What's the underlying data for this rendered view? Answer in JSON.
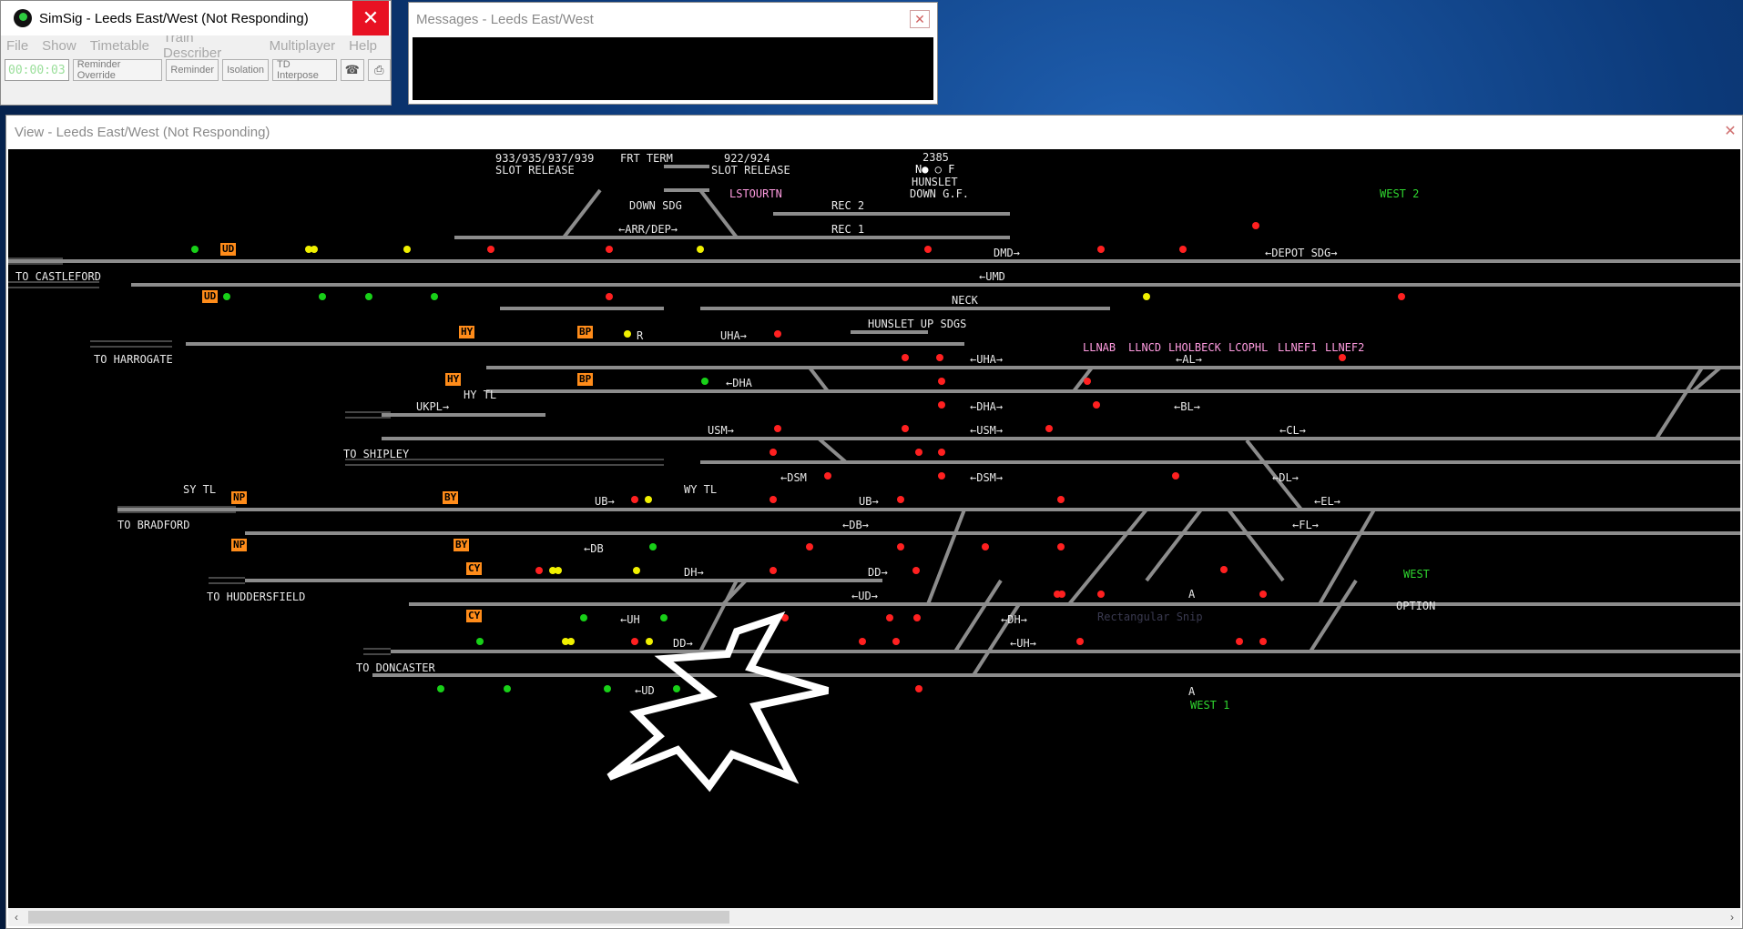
{
  "main_window": {
    "title": "SimSig - Leeds East/West (Not Responding)",
    "close_glyph": "✕",
    "menu": [
      "File",
      "Show",
      "Timetable",
      "Train Describer",
      "Multiplayer",
      "Help"
    ],
    "clock": "00:00:03",
    "toolbar_buttons": [
      "Reminder Override",
      "Reminder",
      "Isolation",
      "TD Interpose"
    ],
    "phone_icon": "☎",
    "print_icon": "⎙"
  },
  "messages_window": {
    "title": "Messages - Leeds East/West",
    "close_glyph": "✕"
  },
  "view_window": {
    "title": "View - Leeds East/West (Not Responding)",
    "close_glyph": "✕"
  },
  "panel_labels": {
    "slot1": "933/935/937/939",
    "slot_release_1": "SLOT RELEASE",
    "frt_term": "FRT TERM",
    "slot2": "922/924",
    "slot_release_2": "SLOT RELEASE",
    "num_2385": "2385",
    "n_f": "N●  ○ F",
    "hunslet": "HUNSLET",
    "down_gf": "DOWN G.F.",
    "down_sdg": "DOWN SDG",
    "lstourtn": "LSTOURTN",
    "rec2": "REC 2",
    "rec1": "REC 1",
    "arr_dep": "←ARR/DEP→",
    "west2": "WEST 2",
    "to_castleford": "TO CASTLEFORD",
    "dmd": "DMD→",
    "umd": "←UMD",
    "depot_sdg": "←DEPOT SDG→",
    "neck": "NECK",
    "hunslet_up_sdgs": "HUNSLET UP SDGS",
    "to_harrogate": "TO HARROGATE",
    "uha": "UHA→",
    "r": "R",
    "hy_tl": "HY TL",
    "dha": "←DHA",
    "ukpl": "UKPL→",
    "to_shipley": "TO SHIPLEY",
    "usm": "USM→",
    "dsm": "←DSM",
    "sy_tl": "SY TL",
    "wy_tl": "WY TL",
    "to_bradford": "TO BRADFORD",
    "ub": "UB→",
    "db": "←DB",
    "to_huddersfield": "TO HUDDERSFIELD",
    "dh": "DH→",
    "uh": "←UH",
    "dd": "DD→",
    "ud": "←UD",
    "to_doncaster": "TO DONCASTER",
    "llnab": "LLNAB",
    "llncd": "LLNCD",
    "lholbeck": "LHOLBECK",
    "lcophl": "LCOPHL",
    "llnef1": "LLNEF1",
    "llnef2": "LLNEF2",
    "al": "←AL→",
    "bl": "←BL→",
    "cl": "←CL→",
    "dl": "←DL→",
    "el": "←EL→",
    "fl": "←FL→",
    "west": "WEST",
    "west1": "WEST 1",
    "options": "OPTION",
    "uha2": "←UHA→",
    "dha2": "←DHA→",
    "usm2": "←USM→",
    "dsm2": "←DSM→",
    "ub2": "UB→",
    "db2": "←DB→",
    "dd2": "DD→",
    "ud2": "←UD→",
    "dh2": "←DH→",
    "uh2": "←UH→",
    "a1": "A",
    "a2": "A",
    "rectangular_snip": "Rectangular Snip"
  },
  "area_badges": [
    "UD",
    "UD",
    "HY",
    "BP",
    "HY",
    "BP",
    "NP",
    "BY",
    "NP",
    "BY",
    "CY",
    "CY"
  ],
  "colors": {
    "track": "#8c8c8c",
    "signal_red": "#ff2020",
    "signal_green": "#18d018",
    "signal_yellow": "#f0f000",
    "route_label_blue": "#3b8cff",
    "badge": "#ff8c1a",
    "location_pink": "#ff9be0",
    "desktop_blue": "#0c3a7a"
  }
}
